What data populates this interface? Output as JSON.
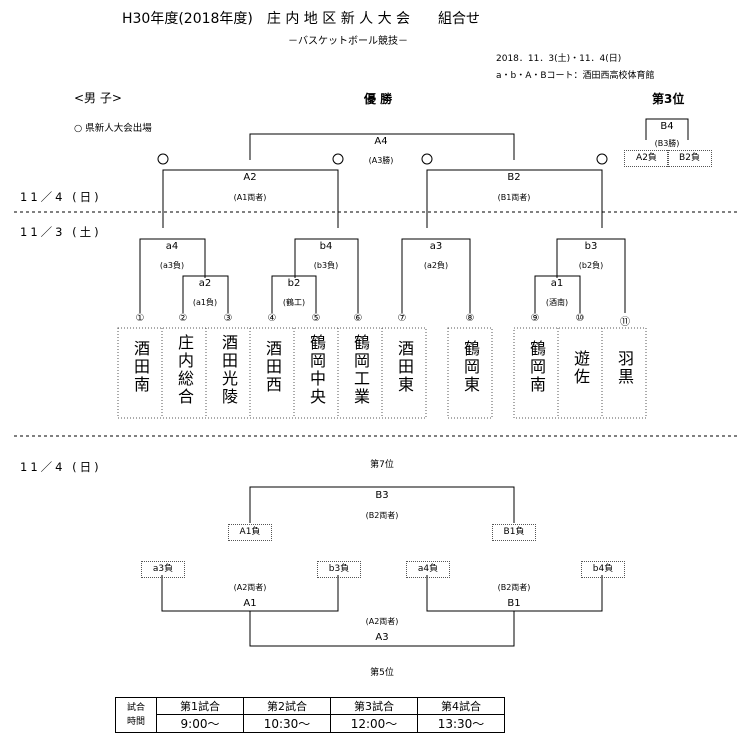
{
  "header": {
    "title": "H30年度(2018年度)　庄 内 地 区 新 人 大 会　　組合せ",
    "subtitle": "－バスケットボール競技－",
    "date": "2018．11．3(土)・11．4(日)",
    "venue": "a・b・A・Bコート：酒田西高校体育館"
  },
  "labels": {
    "section": "<男 子>",
    "champion": "優 勝",
    "third": "第3位",
    "legend": "○ 県新人大会出場",
    "day1": "11／4 (日)",
    "day2": "11／3 (土)",
    "day3": "11／4 (日)",
    "seventh": "第7位",
    "fifth": "第5位"
  },
  "matches": {
    "A4": "A4",
    "A4_note": "(A3勝)",
    "A2": "A2",
    "A2_note": "(A1両者)",
    "B2": "B2",
    "B2_note": "(B1両者)",
    "B4": "B4",
    "B4_note": "(B3勝)",
    "B4_a": "A2負",
    "B4_b": "B2負",
    "a4": "a4",
    "a4_note": "(a3負)",
    "a2": "a2",
    "a2_note": "(a1負)",
    "b4": "b4",
    "b4_note": "(b3負)",
    "b2": "b2",
    "b2_note": "(鶴工)",
    "a3": "a3",
    "a3_note": "(a2負)",
    "b3": "b3",
    "b3_note": "(b2負)",
    "a1": "a1",
    "a1_note": "(酒南)"
  },
  "teams": [
    {
      "num": "①",
      "name": "酒田南"
    },
    {
      "num": "②",
      "name": "庄内総合"
    },
    {
      "num": "③",
      "name": "酒田光陵"
    },
    {
      "num": "④",
      "name": "酒田西"
    },
    {
      "num": "⑤",
      "name": "鶴岡中央"
    },
    {
      "num": "⑥",
      "name": "鶴岡工業"
    },
    {
      "num": "⑦",
      "name": "酒田東"
    },
    {
      "num": "⑧",
      "name": "鶴岡東"
    },
    {
      "num": "⑨",
      "name": "鶴岡南"
    },
    {
      "num": "⑩",
      "name": "遊佐"
    },
    {
      "num": "⑪",
      "name": "羽黒"
    }
  ],
  "consolation": {
    "B3": "B3",
    "B3_note": "(B2両者)",
    "A1neg": "A1負",
    "B1neg": "B1負",
    "a3neg": "a3負",
    "b3neg": "b3負",
    "a4neg": "a4負",
    "b4neg": "b4負",
    "A1": "A1",
    "A1_note": "(A2両者)",
    "B1": "B1",
    "B1_note": "(B2両者)",
    "A3": "A3",
    "A3_note": "(A2両者)"
  },
  "schedule": {
    "header_label": "試合",
    "time_label": "時間",
    "games": [
      "第1試合",
      "第2試合",
      "第3試合",
      "第4試合"
    ],
    "times": [
      "9:00〜",
      "10:30〜",
      "12:00〜",
      "13:30〜"
    ]
  }
}
